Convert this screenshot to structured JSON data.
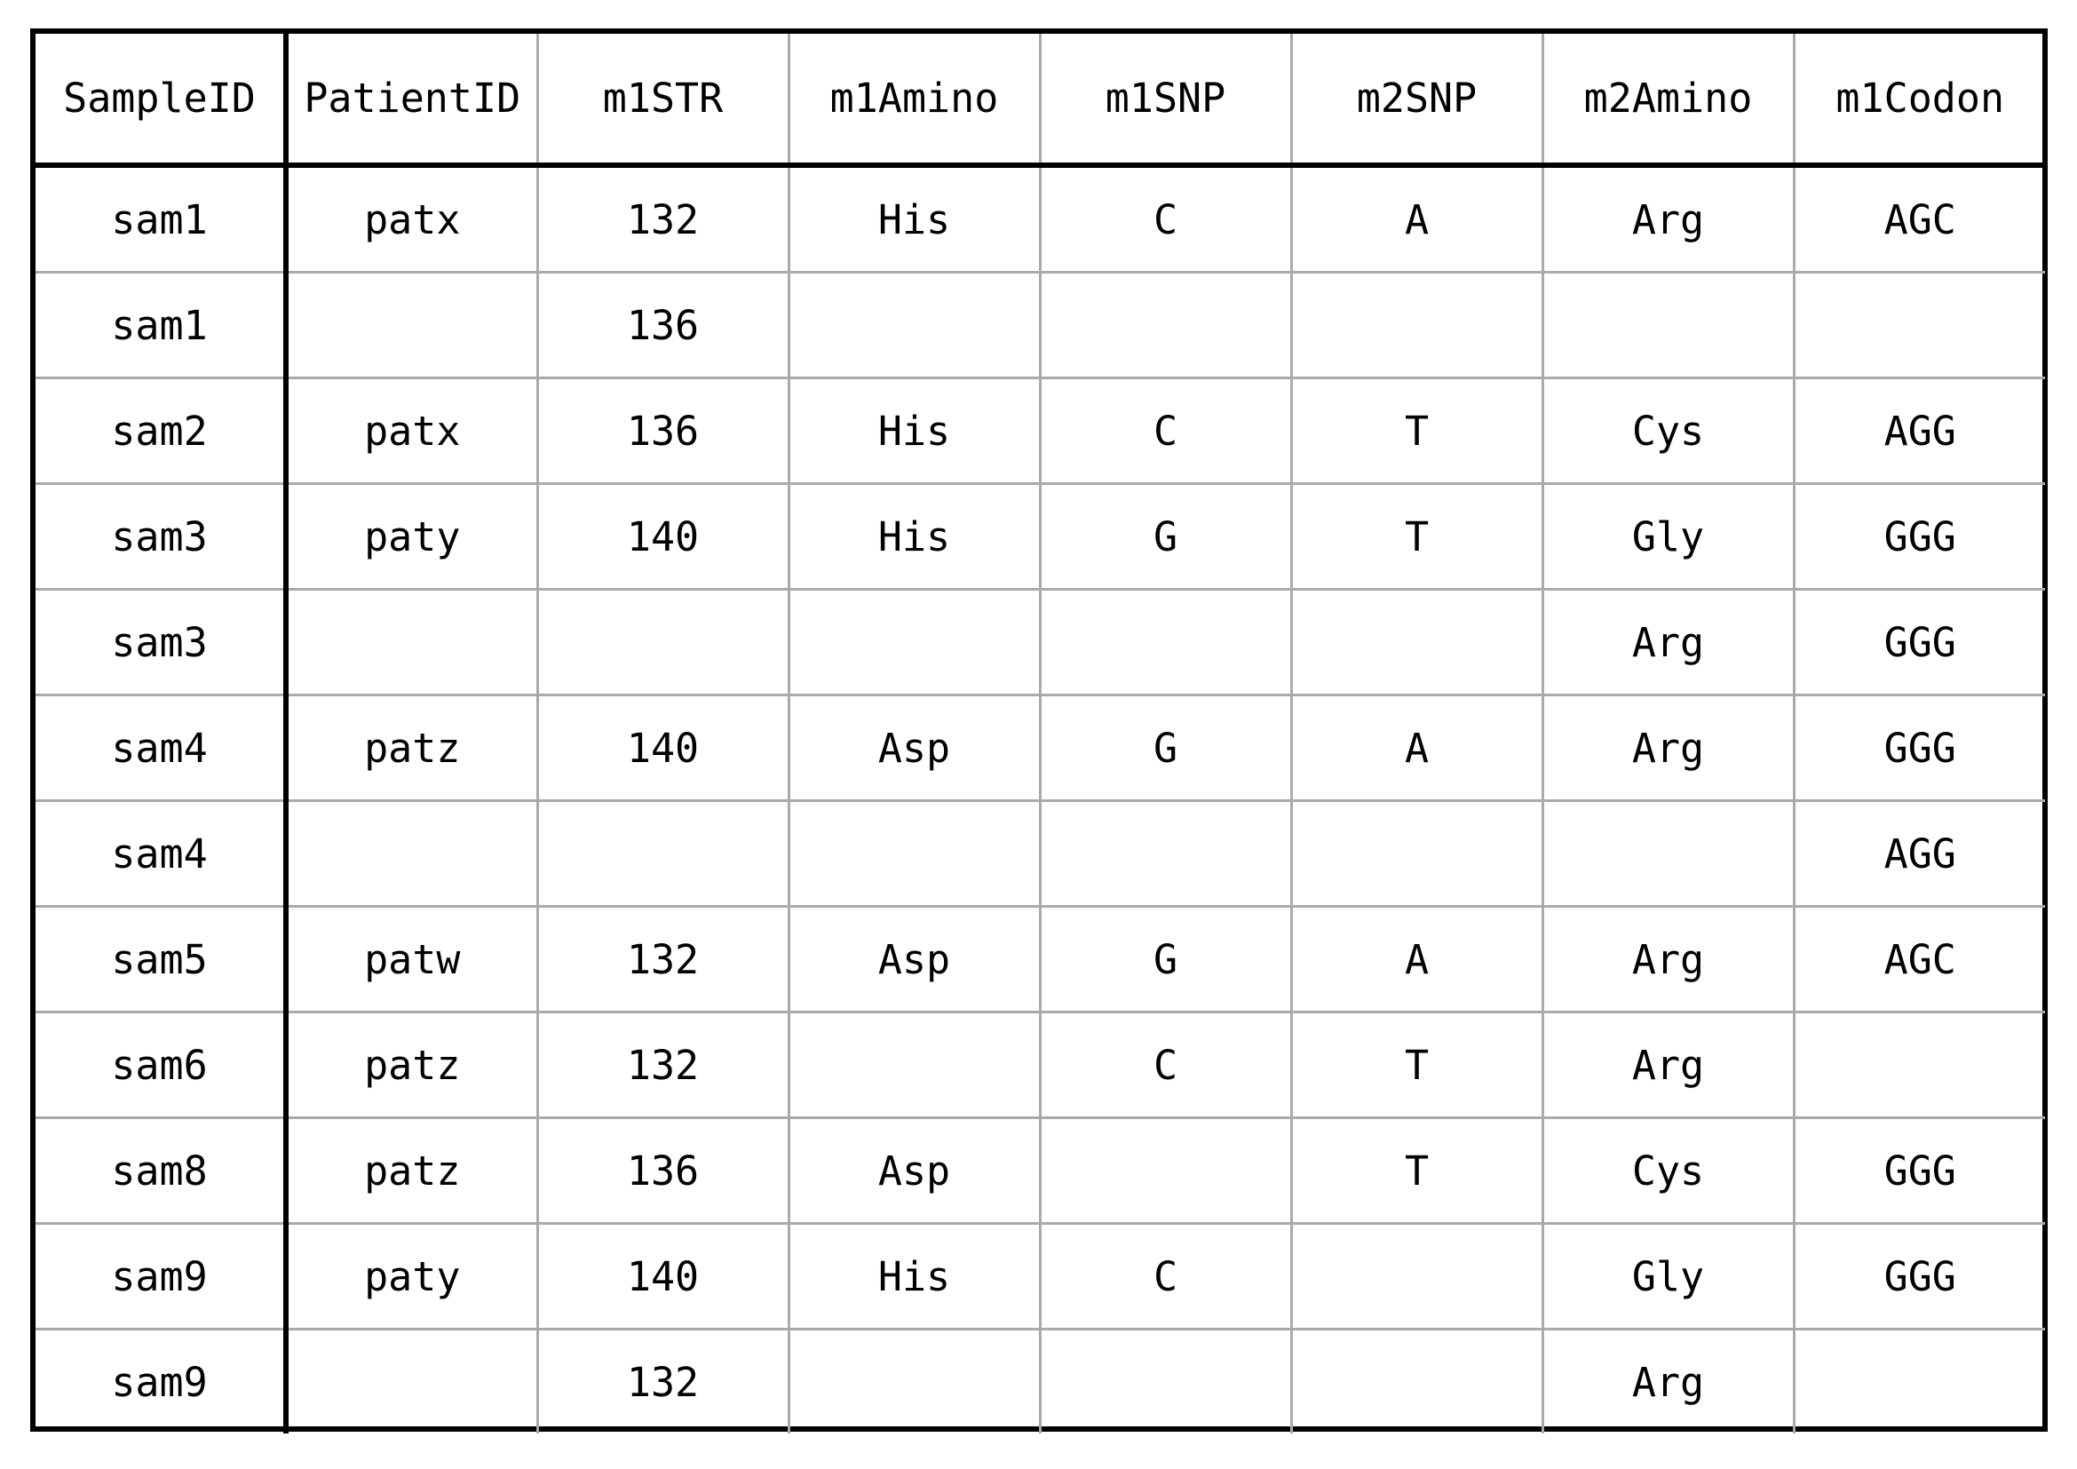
{
  "table": {
    "columns": [
      "SampleID",
      "PatientID",
      "m1STR",
      "m1Amino",
      "m1SNP",
      "m2SNP",
      "m2Amino",
      "m1Codon"
    ],
    "rows": [
      [
        "sam1",
        "patx",
        "132",
        "His",
        "C",
        "A",
        "Arg",
        "AGC"
      ],
      [
        "sam1",
        "",
        "136",
        "",
        "",
        "",
        "",
        ""
      ],
      [
        "sam2",
        "patx",
        "136",
        "His",
        "C",
        "T",
        "Cys",
        "AGG"
      ],
      [
        "sam3",
        "paty",
        "140",
        "His",
        "G",
        "T",
        "Gly",
        "GGG"
      ],
      [
        "sam3",
        "",
        "",
        "",
        "",
        "",
        "Arg",
        "GGG"
      ],
      [
        "sam4",
        "patz",
        "140",
        "Asp",
        "G",
        "A",
        "Arg",
        "GGG"
      ],
      [
        "sam4",
        "",
        "",
        "",
        "",
        "",
        "",
        "AGG"
      ],
      [
        "sam5",
        "patw",
        "132",
        "Asp",
        "G",
        "A",
        "Arg",
        "AGC"
      ],
      [
        "sam6",
        "patz",
        "132",
        "",
        "C",
        "T",
        "Arg",
        ""
      ],
      [
        "sam8",
        "patz",
        "136",
        "Asp",
        "",
        "T",
        "Cys",
        "GGG"
      ],
      [
        "sam9",
        "paty",
        "140",
        "His",
        "C",
        "",
        "Gly",
        "GGG"
      ],
      [
        "sam9",
        "",
        "132",
        "",
        "",
        "",
        "Arg",
        ""
      ]
    ]
  }
}
